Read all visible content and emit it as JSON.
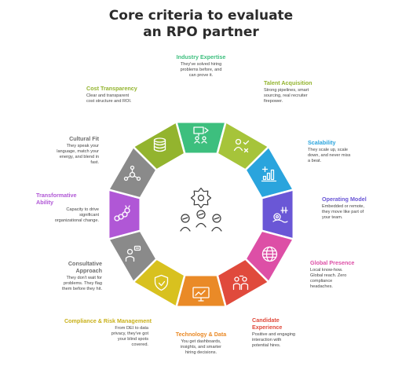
{
  "title_line1": "Core criteria to evaluate",
  "title_line2": "an RPO partner",
  "colors": {
    "green": "#3dbf7e",
    "lime": "#a6c43a",
    "blue": "#2aa4dd",
    "purple": "#6a57d6",
    "pink": "#dd4fa6",
    "red": "#e04a3c",
    "orange": "#ea8a27",
    "yellow": "#d8c11f",
    "grey": "#8a8a8a",
    "violet": "#b057d6",
    "olive": "#93b42e"
  },
  "segments": [
    {
      "name": "Industry Expertise",
      "desc": [
        "They've solved hiring",
        "problems before, and",
        "can prove it."
      ],
      "color": "#3dbf7e",
      "icon": "presentation-icon"
    },
    {
      "name": "Talent Acquisition",
      "desc": [
        "Strong pipelines, smart",
        "sourcing, real recruiter",
        "firepower."
      ],
      "color": "#a6c43a",
      "icon": "candidate-select-icon"
    },
    {
      "name": "Scalability",
      "desc": [
        "They scale up, scale",
        "down, and never miss",
        "a beat."
      ],
      "color": "#2aa4dd",
      "icon": "scale-chart-icon"
    },
    {
      "name": "Operating Model",
      "desc": [
        "Embedded or remote,",
        "they move like part of",
        "your team."
      ],
      "color": "#6a57d6",
      "icon": "operations-icon"
    },
    {
      "name": "Global Presence",
      "desc": [
        "Local know-how.",
        "Global reach. Zero",
        "compliance",
        "headaches."
      ],
      "color": "#dd4fa6",
      "icon": "globe-icon"
    },
    {
      "name": "Candidate Experience",
      "desc": [
        "Positive and engaging",
        "interaction with",
        "potential hires."
      ],
      "color": "#e04a3c",
      "icon": "interview-icon"
    },
    {
      "name": "Technology & Data",
      "desc": [
        "You get dashboards,",
        "insights, and smarter",
        "hiring decisions."
      ],
      "color": "#ea8a27",
      "icon": "dashboard-icon"
    },
    {
      "name": "Compliance & Risk Management",
      "desc": [
        "From DEI to data",
        "privacy, they've got",
        "your blind spots",
        "covered."
      ],
      "color": "#d8c11f",
      "icon": "shield-check-icon"
    },
    {
      "name": "Consultative Approach",
      "desc": [
        "They don't wait for",
        "problems. They flag",
        "them before they hit."
      ],
      "color": "#8a8a8a",
      "icon": "consultant-icon"
    },
    {
      "name": "Transformative Ability",
      "desc": [
        "Capacity to drive",
        "significant",
        "organizational change."
      ],
      "color": "#b057d6",
      "icon": "caterpillar-icon"
    },
    {
      "name": "Cultural Fit",
      "desc": [
        "They speak your",
        "language, match your",
        "energy, and blend in",
        "fast."
      ],
      "color": "#8a8a8a",
      "icon": "team-network-icon"
    },
    {
      "name": "Cost Transparency",
      "desc": [
        "Clear and transparent",
        "cost structure and ROI."
      ],
      "color": "#93b42e",
      "icon": "coin-stack-icon"
    }
  ]
}
